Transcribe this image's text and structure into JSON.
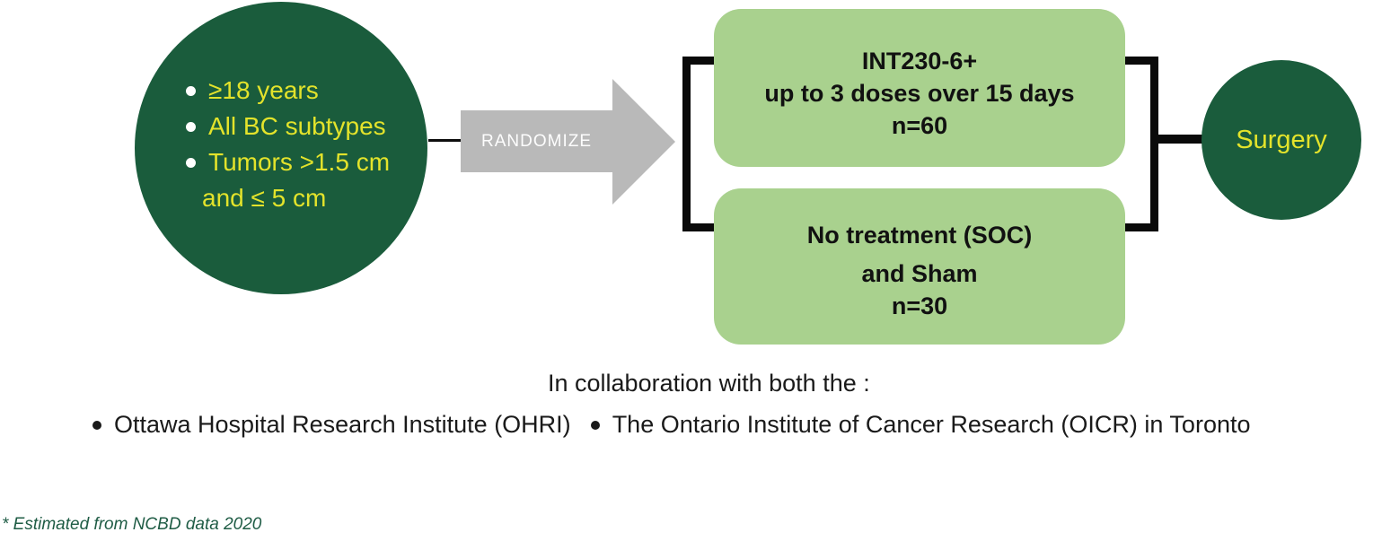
{
  "colors": {
    "dark_green": "#1A5C3C",
    "light_green": "#A9D18E",
    "yellow_text": "#E3E32B",
    "arrow_gray": "#B9B9B9",
    "line_black": "#0a0a0a",
    "footnote_green": "#1F5C45"
  },
  "icons": {
    "eligibility_bullet": "white-dot",
    "partner_bullet": "black-dot"
  },
  "eligibility": {
    "items": [
      "≥18 years",
      "All BC subtypes",
      "Tumors >1.5 cm",
      "and ≤ 5 cm"
    ]
  },
  "arrow": {
    "label": "RANDOMIZE"
  },
  "arms": [
    {
      "lines": [
        "INT230-6+",
        "up to 3 doses over 15 days",
        "n=60"
      ]
    },
    {
      "lines": [
        "No treatment (SOC)",
        "and Sham",
        "n=30"
      ]
    }
  ],
  "surgery": {
    "label": "Surgery"
  },
  "collaboration": {
    "heading": "In collaboration with both the :",
    "partners": [
      "Ottawa Hospital Research Institute (OHRI)",
      "The Ontario Institute of Cancer Research (OICR) in Toronto"
    ]
  },
  "footnote": {
    "text": "* Estimated from NCBD data 2020"
  }
}
